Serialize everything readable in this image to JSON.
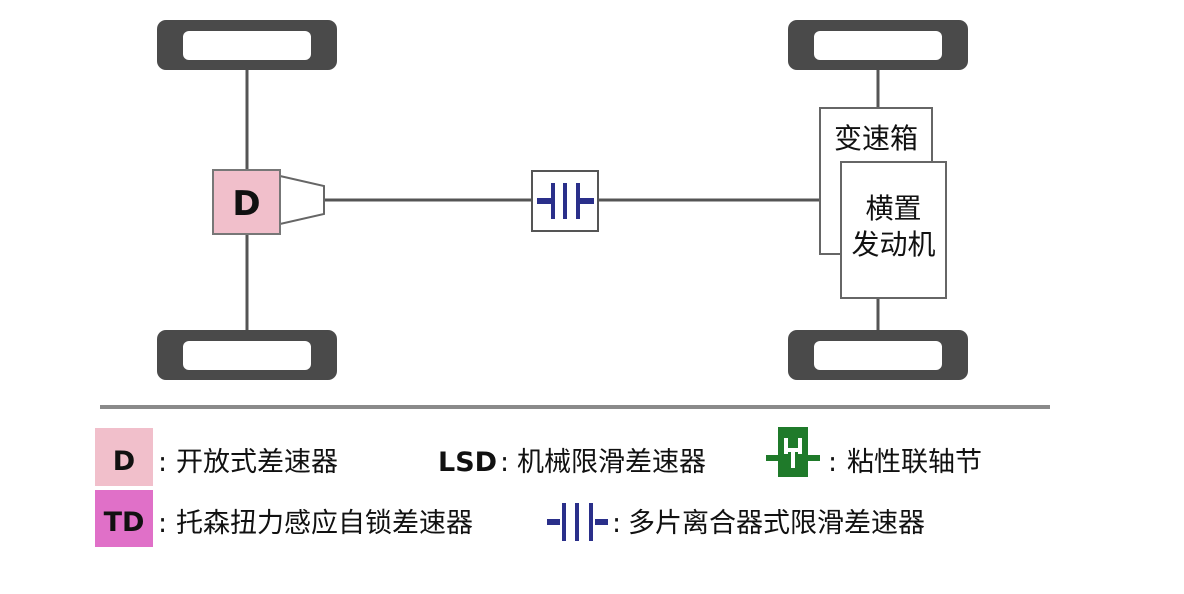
{
  "diagram": {
    "front_diff_label": "D",
    "gearbox_label": "变速箱",
    "engine_label_line1": "横置",
    "engine_label_line2": "发动机"
  },
  "legend": {
    "open_diff": {
      "symbol": "D",
      "separator": ":",
      "text": "开放式差速器"
    },
    "lsd": {
      "symbol": "LSD",
      "separator": ":",
      "text": "机械限滑差速器"
    },
    "viscous": {
      "separator": ":",
      "text": "粘性联轴节"
    },
    "torsen": {
      "symbol": "TD",
      "separator": ":",
      "text": "托森扭力感应自锁差速器"
    },
    "multiplate": {
      "separator": ":",
      "text": "多片离合器式限滑差速器"
    }
  },
  "colors": {
    "wheel": "#4a4a4a",
    "line": "#555555",
    "open_diff_fill": "#f1bfcb",
    "torsen_fill": "#e070c8",
    "viscous_fill": "#1f7a2a",
    "clutch_blue": "#2a2f8a",
    "divider": "#8a8a8a"
  },
  "icons": [
    "tire-icon",
    "clutch-pack-icon",
    "viscous-coupling-icon"
  ]
}
